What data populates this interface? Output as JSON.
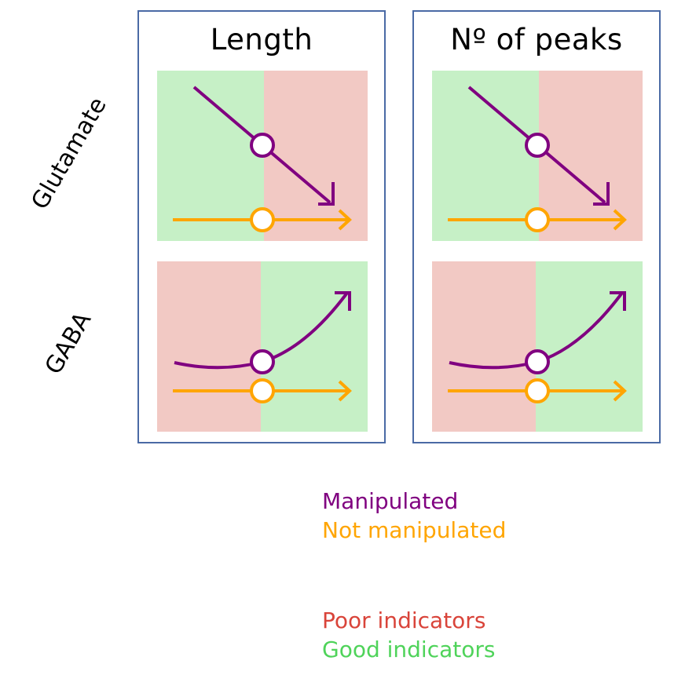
{
  "columns": [
    {
      "title": "Length"
    },
    {
      "title": "Nº of peaks"
    }
  ],
  "rows": [
    {
      "label": "Glutamate",
      "manipulated_trend": "decrease",
      "left_zone": "good",
      "right_zone": "poor"
    },
    {
      "label": "GABA",
      "manipulated_trend": "increase",
      "left_zone": "poor",
      "right_zone": "good"
    }
  ],
  "legend": {
    "series": [
      {
        "label": "Manipulated",
        "color": "#800080"
      },
      {
        "label": "Not manipulated",
        "color": "#ffa500"
      }
    ],
    "zones": [
      {
        "label": "Poor indicators",
        "color": "#d9443a"
      },
      {
        "label": "Good indicators",
        "color": "#4fd35a"
      }
    ]
  },
  "colors": {
    "good_fill": "#c6f0c6",
    "poor_fill": "#f2c9c4",
    "panel_border": "#4a6aa5",
    "manipulated": "#800080",
    "not_manipulated": "#ffa500"
  }
}
